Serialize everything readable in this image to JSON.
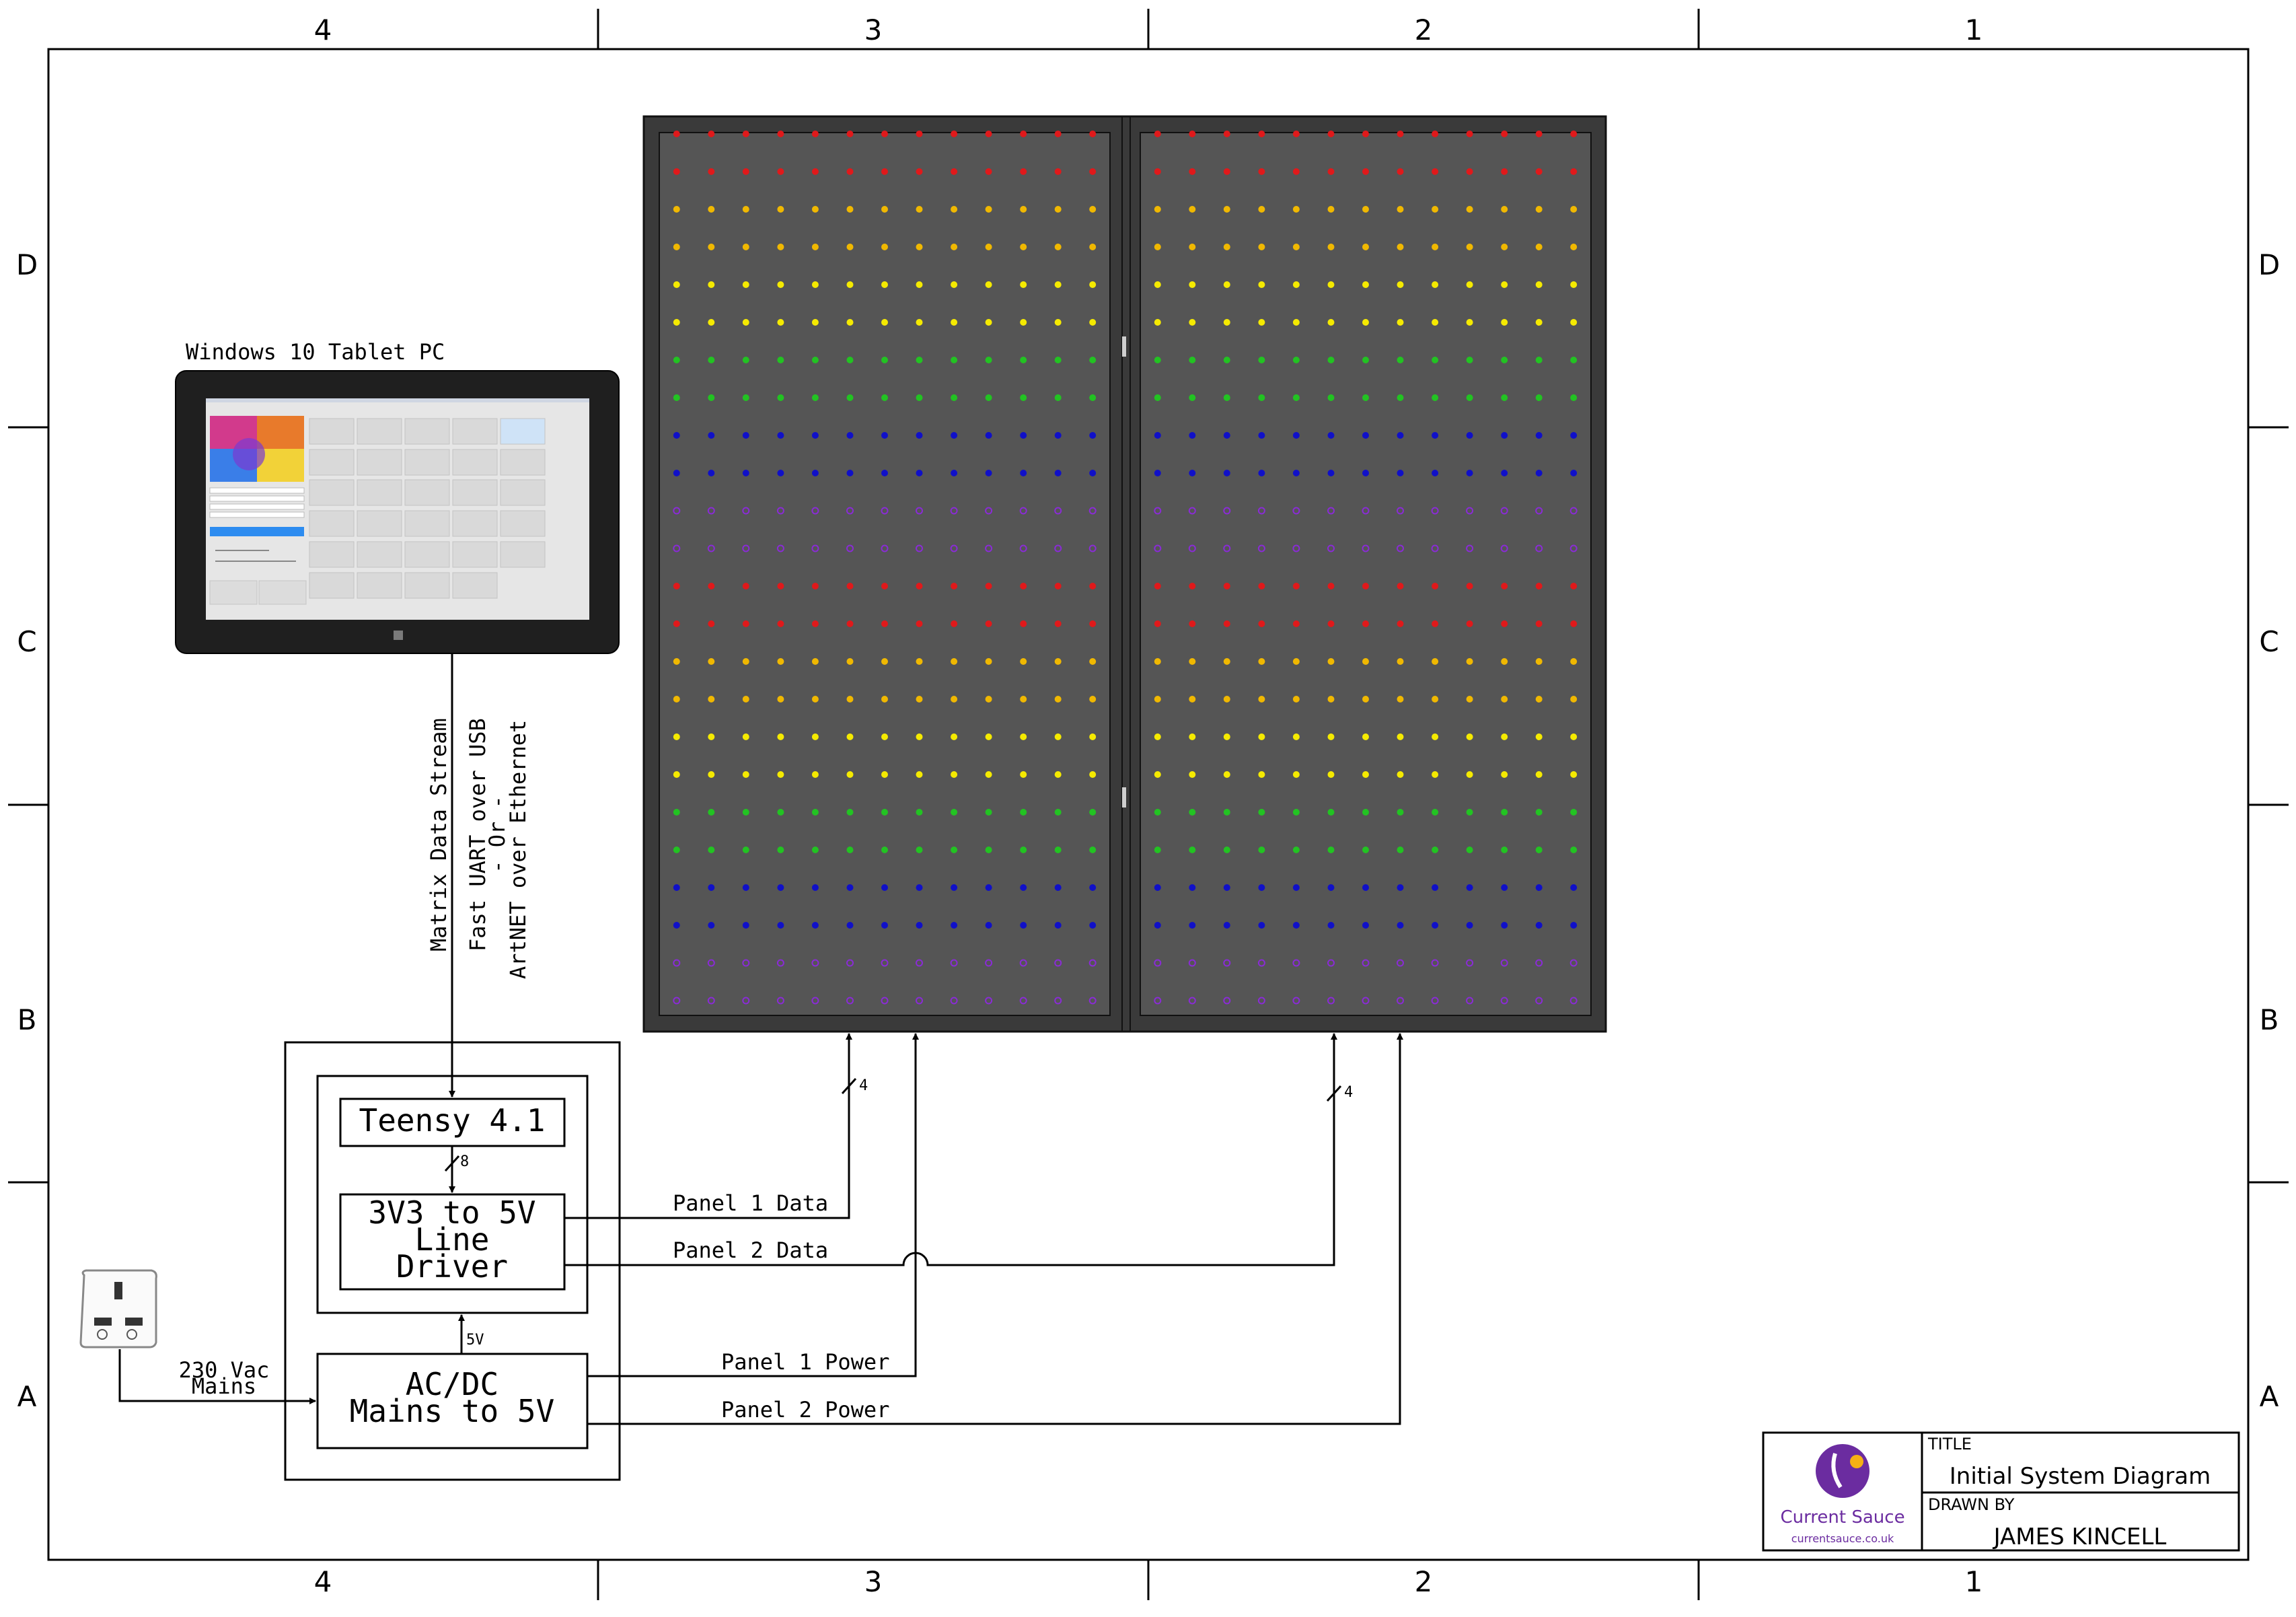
{
  "frame": {
    "columns": [
      "4",
      "3",
      "2",
      "1"
    ],
    "rows": [
      "D",
      "C",
      "B",
      "A"
    ]
  },
  "tablet": {
    "title": "Windows 10 Tablet PC"
  },
  "stream_label": {
    "line1": "Matrix Data Stream",
    "line2": "Fast UART over USB",
    "line3": "- Or -",
    "line4": "ArtNET over Ethernet"
  },
  "blocks": {
    "teensy": "Teensy 4.1",
    "driver_line1": "3V3 to 5V",
    "driver_line2": "Line",
    "driver_line3": "Driver",
    "psu_line1": "AC/DC",
    "psu_line2": "Mains to 5V"
  },
  "bus": {
    "teensy_to_driver": "8",
    "psu_to_driver": "5V",
    "panel1_data_width": "4",
    "panel2_data_width": "4"
  },
  "connections": {
    "panel1_data": "Panel 1 Data",
    "panel2_data": "Panel 2 Data",
    "panel1_power": "Panel 1 Power",
    "panel2_power": "Panel 2 Power",
    "mains_line1": "230 Vac",
    "mains_line2": "Mains"
  },
  "matrix": {
    "rows": 24,
    "cols_per_panel": 13,
    "panels": 2,
    "row_colors": [
      "#e0191b",
      "#e0191b",
      "#f0b800",
      "#f0b800",
      "#f5ea00",
      "#f5ea00",
      "#22c322",
      "#22c322",
      "#1010c8",
      "#1010c8",
      "#8a2bd6",
      "#8a2bd6",
      "#e0191b",
      "#e0191b",
      "#f0b800",
      "#f0b800",
      "#f5ea00",
      "#f5ea00",
      "#22c322",
      "#22c322",
      "#1010c8",
      "#1010c8",
      "#8a2bd6",
      "#8a2bd6"
    ],
    "hollow_color": "#8a2bd6"
  },
  "title_block": {
    "company": "Current Sauce",
    "website": "currentsauce.co.uk",
    "title_label": "TITLE",
    "title_value": "Initial System Diagram",
    "drawn_label": "DRAWN BY",
    "drawn_value": "JAMES KINCELL"
  }
}
